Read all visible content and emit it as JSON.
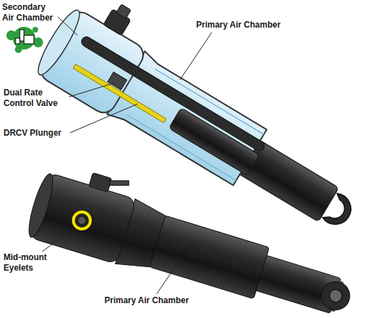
{
  "diagram": {
    "labels": [
      "Secondary Air Chamber",
      "Primary Air Chamber",
      "Dual Rate Control Valve",
      "DRCV Plunger",
      "Mid-mount Eyelets",
      "Primary Air Chamber"
    ]
  }
}
